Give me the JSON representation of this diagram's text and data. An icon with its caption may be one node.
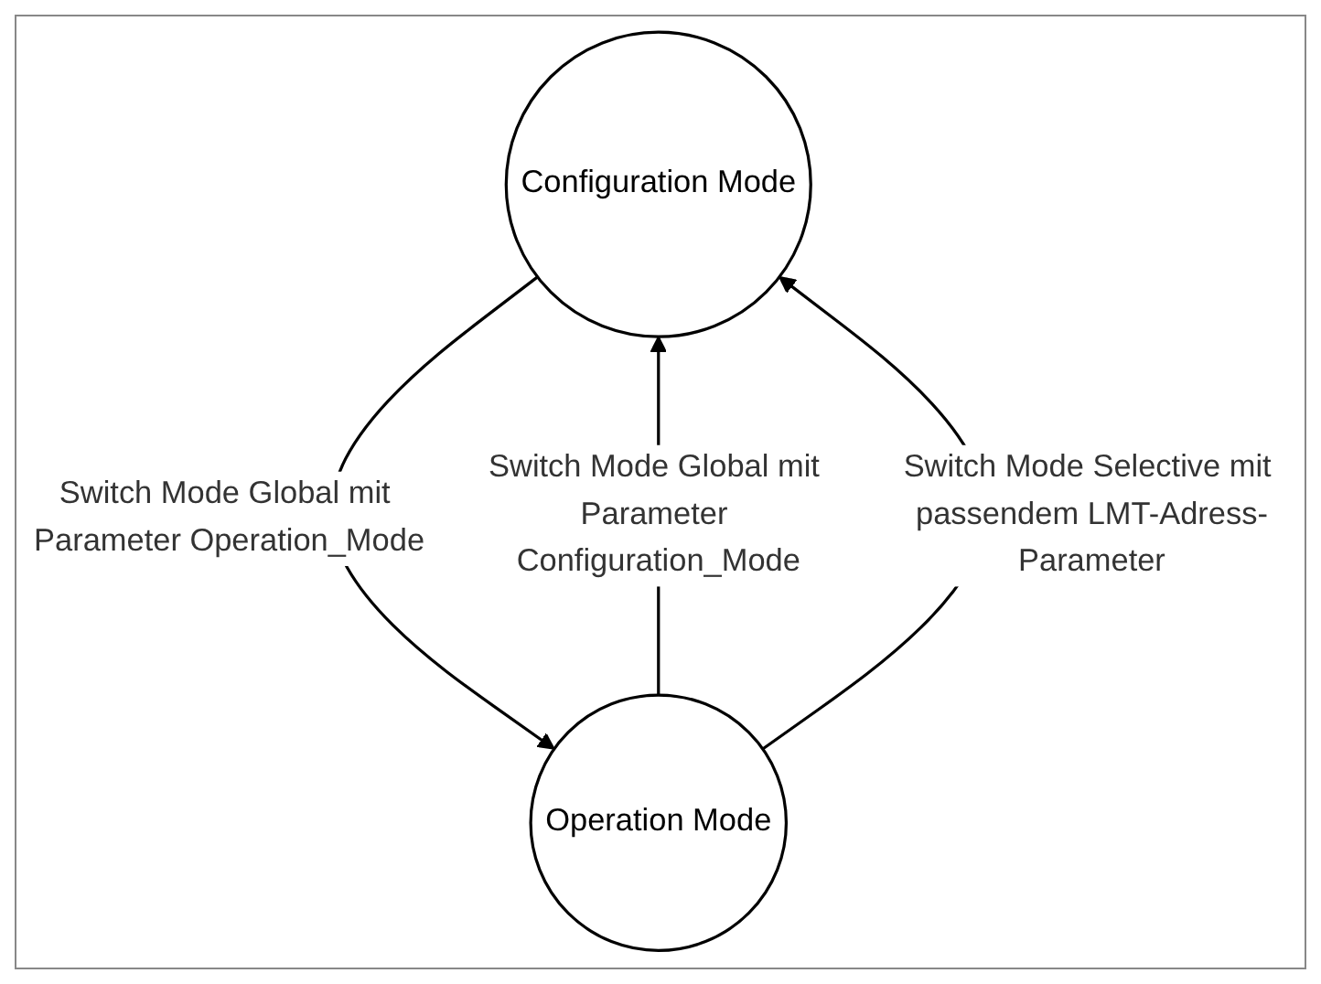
{
  "diagram": {
    "nodes": [
      {
        "text": [
          "Configuration Mode"
        ]
      },
      {
        "text": [
          "Operation Mode"
        ]
      }
    ],
    "edges": [
      {
        "from": 0,
        "to": 1,
        "arrow": "to",
        "label": "Switch Mode Global mit Parameter Operation_Mode"
      },
      {
        "from": 1,
        "to": 0,
        "arrow": "to",
        "label": "Switch Mode Global mit Parameter Configuration_Mode"
      },
      {
        "from": 1,
        "to": 0,
        "arrow": "to",
        "label": "Switch Mode Selective mit passendem LMT-Adress-Parameter"
      }
    ]
  }
}
